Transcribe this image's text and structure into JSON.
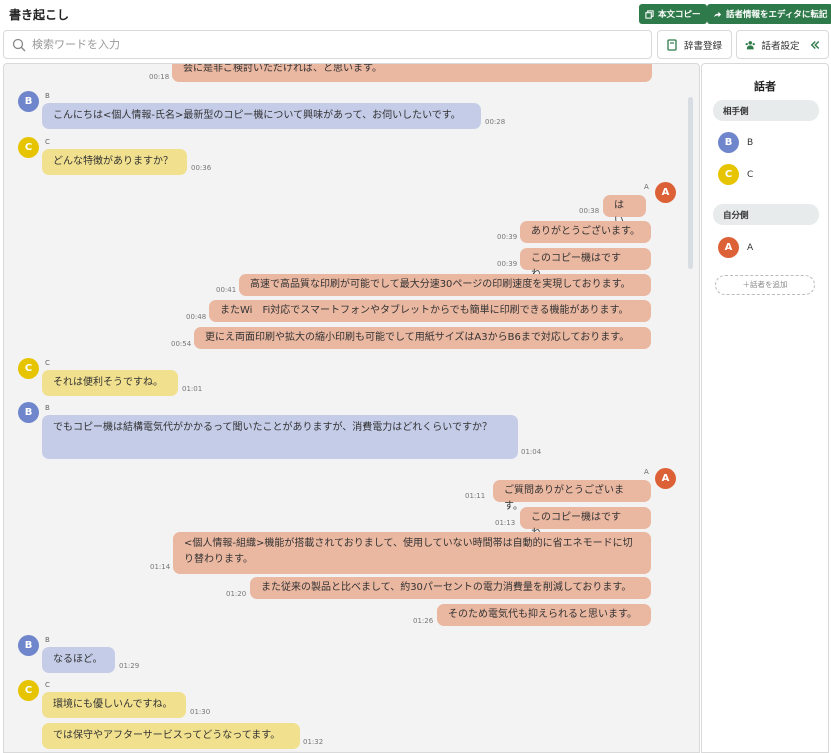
{
  "header": {
    "title": "書き起こし",
    "copy_button": "本文コピー",
    "transfer_button": "話者情報をエディタに転記"
  },
  "search": {
    "placeholder": "検索ワードを入力"
  },
  "toolbar": {
    "dictionary_button": "辞書登録",
    "speaker_settings_button": "話者設定"
  },
  "colors": {
    "B": "#6f86cc",
    "C": "#e6c400",
    "A": "#dd6137",
    "green": "#2f7a4a"
  },
  "messages": [
    {
      "speaker": "A",
      "text": "会に是非ご検討いただければ、と思います。",
      "time": "00:18"
    },
    {
      "speaker": "B",
      "text": "こんにちは<個人情報-氏名>最新型のコピー機について興味があって、お伺いしたいです。",
      "time": "00:28"
    },
    {
      "speaker": "C",
      "text": "どんな特徴がありますか？",
      "time": "00:36"
    },
    {
      "speaker": "A",
      "text": "はい。",
      "time": "00:38"
    },
    {
      "speaker": "A",
      "text": "ありがとうございます。",
      "time": "00:39"
    },
    {
      "speaker": "A",
      "text": "このコピー機はですね。",
      "time": "00:39"
    },
    {
      "speaker": "A",
      "text": "高速で高品質な印刷が可能でして最大分速30ページの印刷速度を実現しております。",
      "time": "00:41"
    },
    {
      "speaker": "A",
      "text": "またWi　Fi対応でスマートフォンやタブレットからでも簡単に印刷できる機能があります。",
      "time": "00:48"
    },
    {
      "speaker": "A",
      "text": "更にえ両面印刷や拡大の縮小印刷も可能でして用紙サイズはA3からB6まで対応しております。",
      "time": "00:54"
    },
    {
      "speaker": "C",
      "text": "それは便利そうですね。",
      "time": "01:01"
    },
    {
      "speaker": "B",
      "text": "でもコピー機は結構電気代がかかるって聞いたことがありますが、消費電力はどれくらいですか？",
      "time": "01:04"
    },
    {
      "speaker": "A",
      "text": "ご質問ありがとうございます。",
      "time": "01:11"
    },
    {
      "speaker": "A",
      "text": "このコピー機はですね。",
      "time": "01:13"
    },
    {
      "speaker": "A",
      "text": "<個人情報-組織>機能が搭載されておりまして、使用していない時間帯は自動的に省エネモードに切り替わります。",
      "time": "01:14"
    },
    {
      "speaker": "A",
      "text": "また従来の製品と比べまして、約30パーセントの電力消費量を削減しております。",
      "time": "01:20"
    },
    {
      "speaker": "A",
      "text": "そのため電気代も抑えられると思います。",
      "time": "01:26"
    },
    {
      "speaker": "B",
      "text": "なるほど。",
      "time": "01:29"
    },
    {
      "speaker": "C",
      "text": "環境にも優しいんですね。",
      "time": "01:30"
    },
    {
      "speaker": "C",
      "text": "では保守やアフターサービスってどうなってます。",
      "time": "01:32"
    }
  ],
  "sidebar": {
    "title": "話者",
    "other_group": "相手側",
    "self_group": "自分側",
    "others": [
      {
        "initial": "B",
        "name": "B"
      },
      {
        "initial": "C",
        "name": "C"
      }
    ],
    "self": [
      {
        "initial": "A",
        "name": "A"
      }
    ],
    "add_button": "＋話者を追加"
  }
}
